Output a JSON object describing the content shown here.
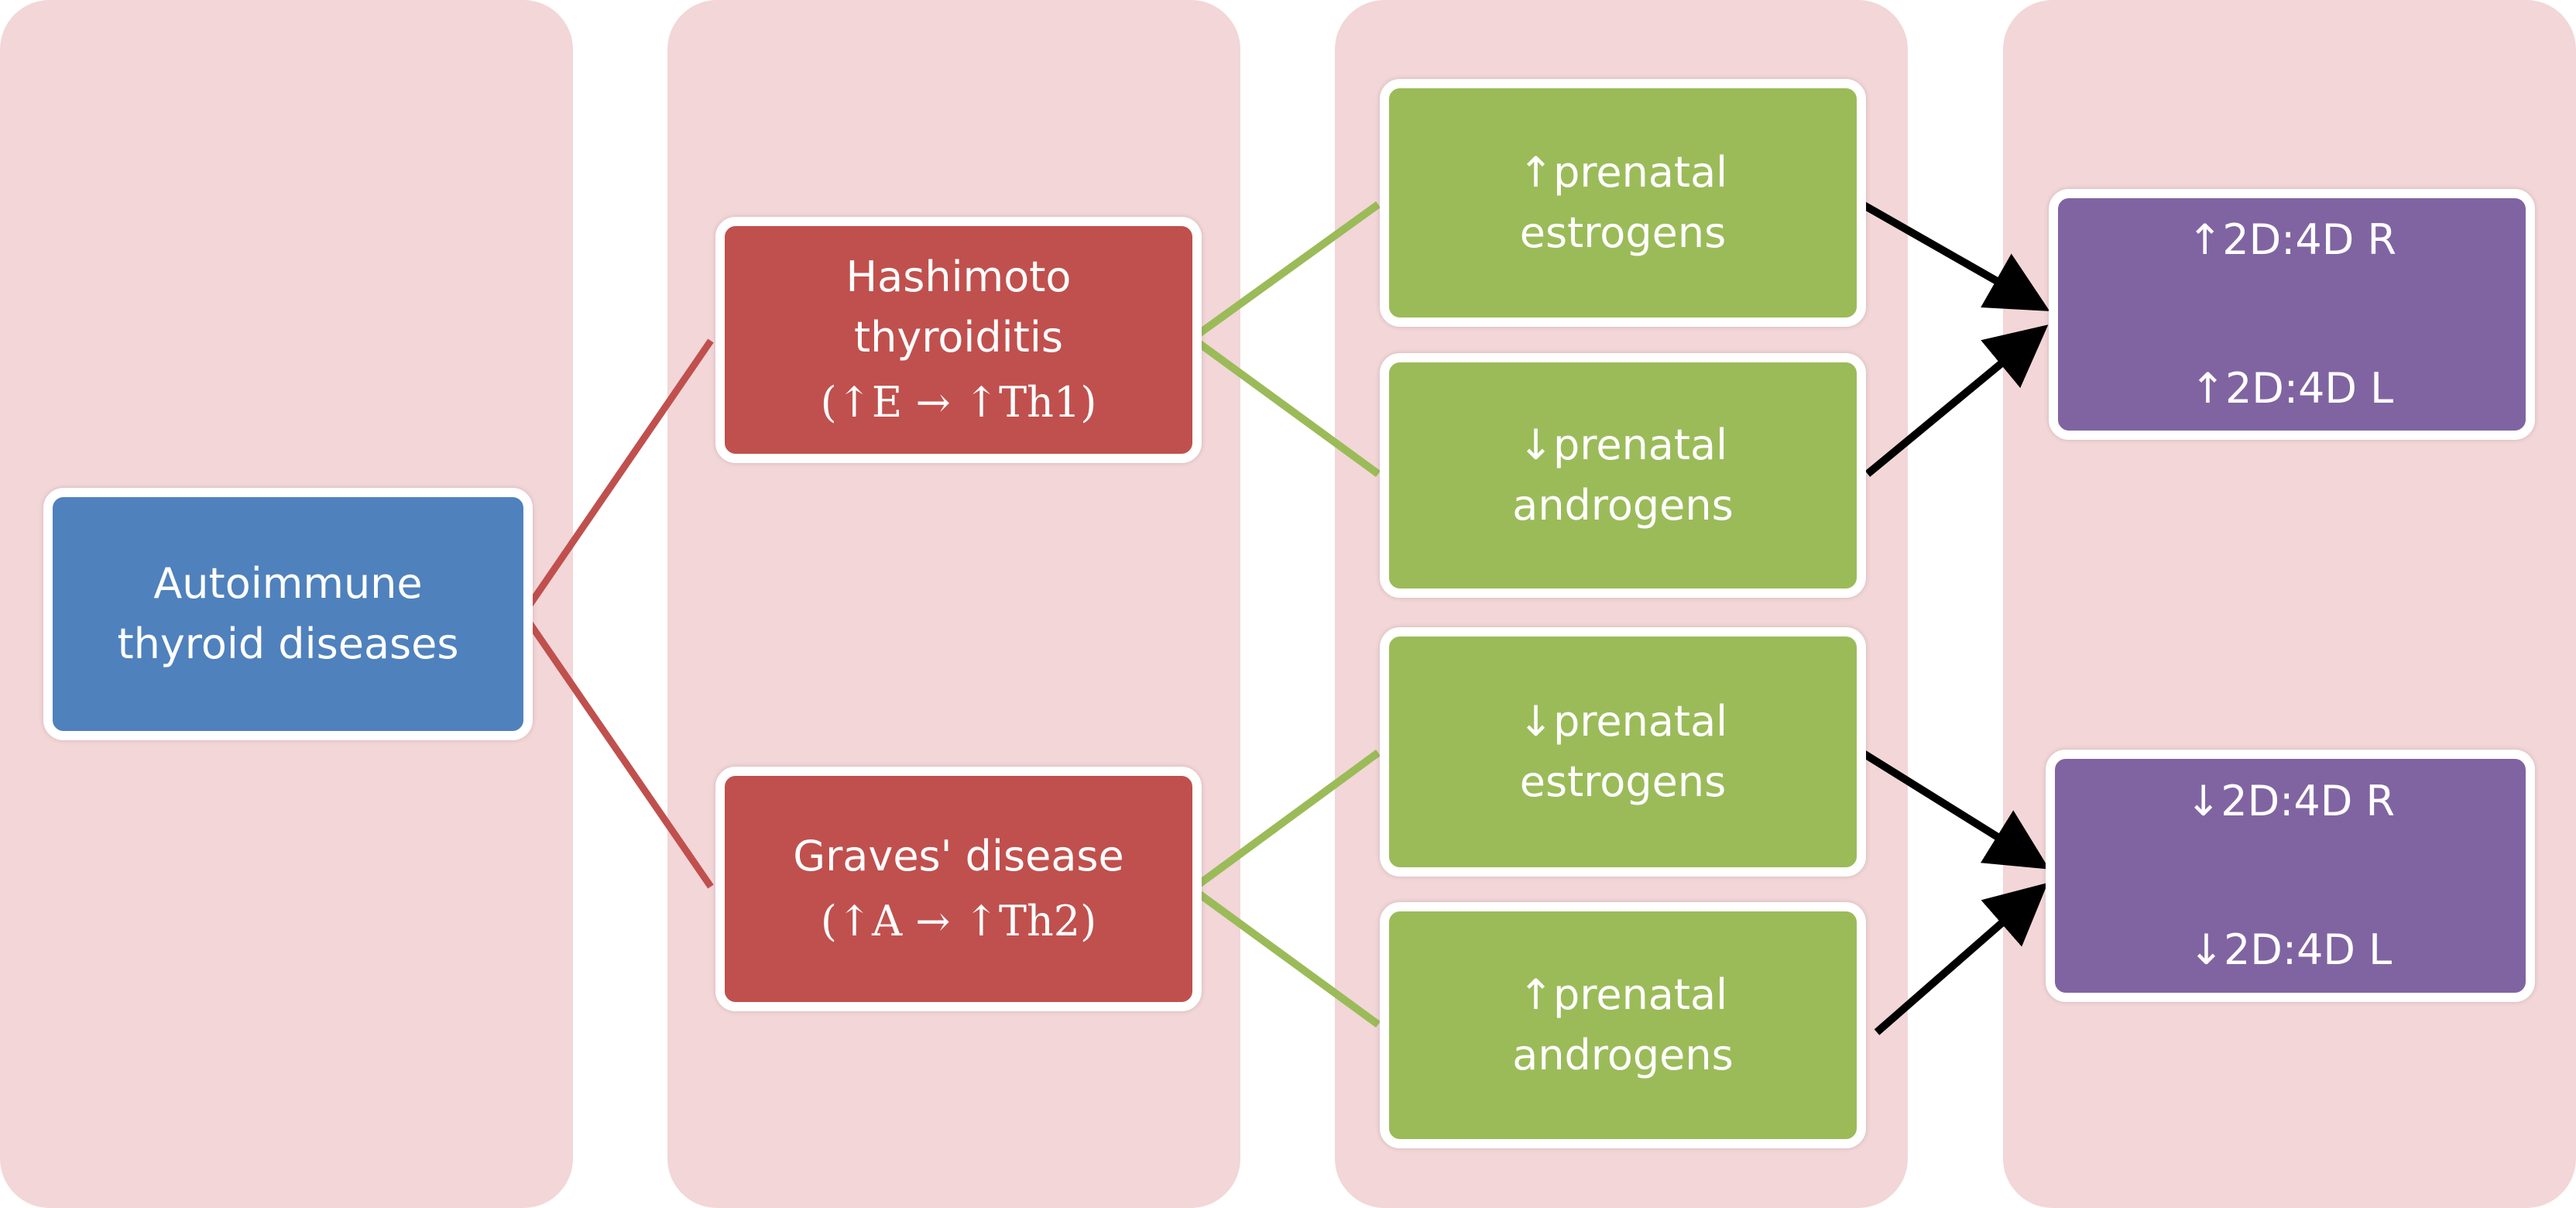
{
  "colors": {
    "column_background": "#f2d6d8",
    "disease_root": "#4f81bd",
    "disease_type": "#c0504d",
    "hormone": "#9bbb59",
    "digit_ratio": "#8064a2",
    "red_connector": "#c0504d",
    "green_connector": "#9bbb59",
    "arrow": "#000000"
  },
  "root": {
    "label": "Autoimmune\nthyroid diseases"
  },
  "diseases": [
    {
      "label": "Hashimoto\nthyroiditis",
      "formula": "(↑E → ↑Th1)"
    },
    {
      "label": "Graves' disease",
      "formula": "(↑A → ↑Th2)"
    }
  ],
  "hormones": [
    {
      "label": "↑prenatal\nestrogens"
    },
    {
      "label": "↓prenatal\nandrogens"
    },
    {
      "label": "↓prenatal\nestrogens"
    },
    {
      "label": "↑prenatal\nandrogens"
    }
  ],
  "outcomes": [
    {
      "lines": [
        "↑2D:4D R",
        "↑2D:4D L"
      ]
    },
    {
      "lines": [
        "↓2D:4D R",
        "↓2D:4D L"
      ]
    }
  ]
}
